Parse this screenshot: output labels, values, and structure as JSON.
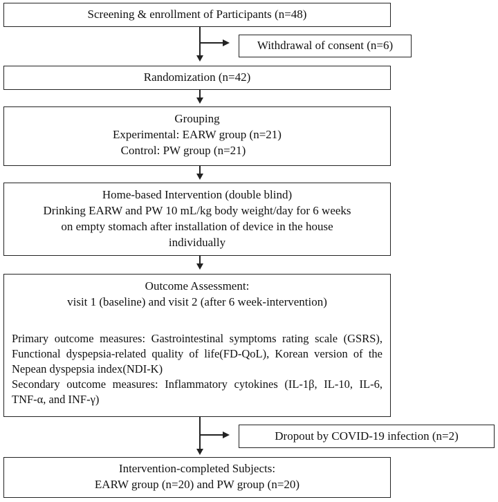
{
  "screening": {
    "label": "Screening & enrollment of Participants (n=48)"
  },
  "withdrawal": {
    "label": "Withdrawal of consent (n=6)"
  },
  "randomization": {
    "label": "Randomization (n=42)"
  },
  "grouping": {
    "title": "Grouping",
    "experimental": "Experimental: EARW group (n=21)",
    "control": "Control: PW group (n=21)"
  },
  "intervention": {
    "title": "Home-based Intervention (double blind)",
    "line1": "Drinking EARW and PW 10 mL/kg body weight/day for 6 weeks",
    "line2": "on empty stomach after installation of device in the house",
    "line3": "individually"
  },
  "outcome": {
    "title": "Outcome Assessment:",
    "visits": "visit 1 (baseline) and visit 2 (after 6 week-intervention)",
    "primary": "Primary outcome measures: Gastrointestinal symptoms rating scale (GSRS), Functional dyspepsia-related quality of life(FD-QoL), Korean version of the Nepean dyspepsia index(NDI-K)",
    "secondary": "Secondary outcome measures: Inflammatory cytokines (IL-1β, IL-10, IL-6, TNF-α, and INF-γ)"
  },
  "dropout": {
    "label": "Dropout by COVID-19 infection (n=2)"
  },
  "completed": {
    "line1": "Intervention-completed Subjects:",
    "line2": "EARW group (n=20) and PW group (n=20)"
  }
}
